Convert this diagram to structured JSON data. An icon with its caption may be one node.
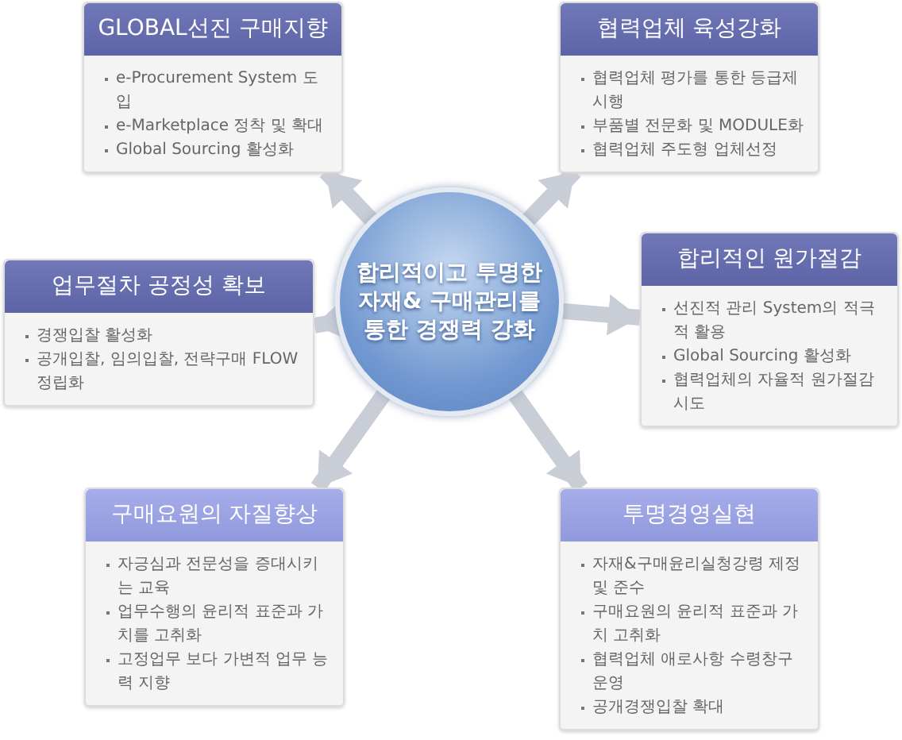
{
  "diagram": {
    "nodes": [
      {
        "text": [
          "합리적이고 투명한 자재& 구매관리를 통한 경쟁력 강화"
        ]
      },
      {
        "text": [
          "GLOBAL선진 구매지향",
          "e-Procurement System 도입",
          "e-Marketplace 정착 및 확대",
          "Global Sourcing 활성화"
        ]
      },
      {
        "text": [
          "협력업체 육성강화",
          "협력업체 평가를 통한 등급제 시행",
          "부품별 전문화 및 MODULE화",
          "협력업체 주도형 업체선정"
        ]
      },
      {
        "text": [
          "업무절차 공정성 확보",
          "경쟁입찰 활성화",
          "공개입찰, 임의입찰, 전략구매 FLOW 정립화"
        ]
      },
      {
        "text": [
          "합리적인 원가절감",
          "선진적 관리 System의 적극적 활용",
          "Global Sourcing 활성화",
          "협력업체의 자율적  원가절감 시도"
        ]
      },
      {
        "text": [
          "구매요원의 자질향상",
          "자긍심과 전문성을 증대시키는 교육",
          "업무수행의 윤리적 표준과 가치를 고취화",
          "고정업무 보다 가변적 업무 능력 지향"
        ]
      },
      {
        "text": [
          "투명경영실현",
          "자재&구매윤리실청강령 제정 및 준수",
          "구매요원의 윤리적 표준과 가치 고취화",
          "협력업체 애로사항 수령창구 운영",
          "공개경쟁입찰 확대"
        ]
      }
    ],
    "edges": [
      {
        "from": 0,
        "to": 1,
        "arrow": "to"
      },
      {
        "from": 0,
        "to": 2,
        "arrow": "to"
      },
      {
        "from": 0,
        "to": 3,
        "arrow": "to"
      },
      {
        "from": 0,
        "to": 4,
        "arrow": "to"
      },
      {
        "from": 0,
        "to": 5,
        "arrow": "to"
      },
      {
        "from": 0,
        "to": 6,
        "arrow": "to"
      }
    ]
  }
}
